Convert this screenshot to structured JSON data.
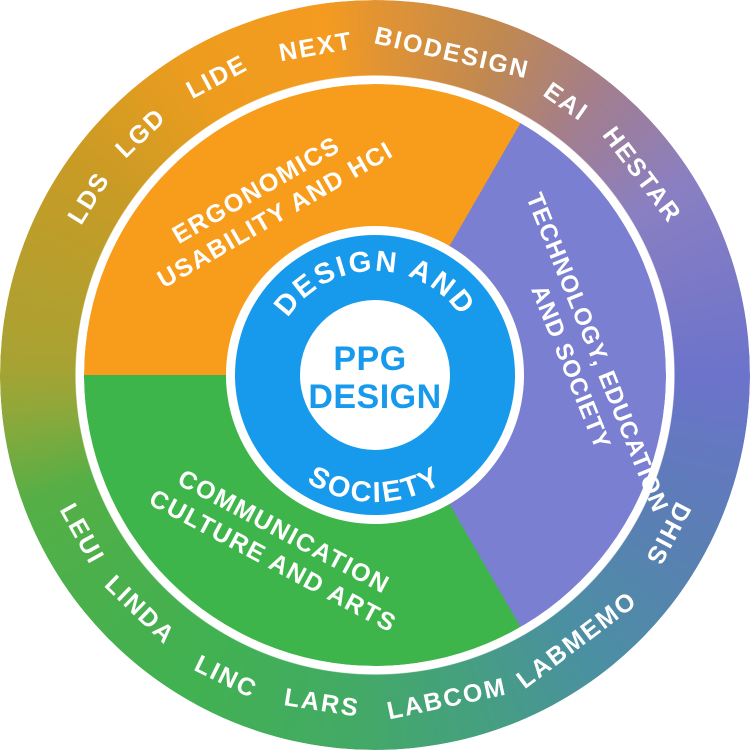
{
  "title": "PPG Design research groups wheel",
  "center": {
    "line1": "PPG",
    "line2": "DESIGN"
  },
  "inner_ring": {
    "top_text": "DESIGN AND",
    "bottom_text": "SOCIETY",
    "color": "#189AEC"
  },
  "sectors": [
    {
      "id": "ergonomics-usability-hci",
      "color": "#F89C1B",
      "lines": [
        "ERGONOMICS",
        "USABILITY AND HCI"
      ]
    },
    {
      "id": "technology-education-society",
      "color": "#7A7FD1",
      "lines": [
        "TECHNOLOGY, EDUCATION",
        "AND SOCIETY"
      ]
    },
    {
      "id": "communication-culture-arts",
      "color": "#3EB54A",
      "lines": [
        "COMMUNICATION",
        "CULTURE AND ARTS"
      ]
    }
  ],
  "outer_ring": {
    "labels": [
      "LDS",
      "LGD",
      "LIDE",
      "NEXT",
      "BIODESIGN",
      "EAI",
      "HESTAR",
      "DHIS",
      "LABMEMO",
      "LABCOM",
      "LARS",
      "LINC",
      "LINDA",
      "LEUI"
    ],
    "gradient_colors": [
      "#A8A233",
      "#C89B25",
      "#EE9C1E",
      "#E39432",
      "#C18950",
      "#A37E8C",
      "#8A7FC2",
      "#6C73CB",
      "#5A7FB3",
      "#4B8FA3",
      "#45A07E",
      "#43AA64",
      "#41B152",
      "#4BB04B",
      "#55AF46"
    ]
  }
}
